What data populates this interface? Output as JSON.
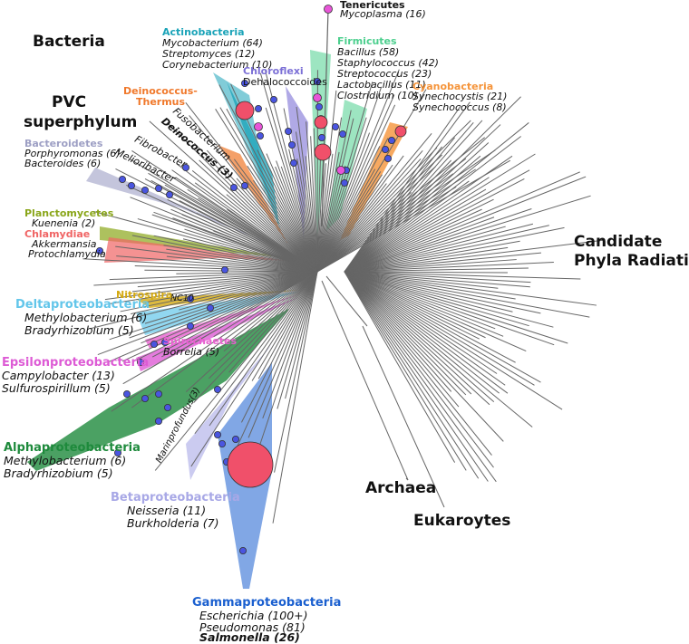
{
  "labels": {
    "bacteria": "Bacteria",
    "pvc_line1": "PVC",
    "pvc_line2": "superphylum",
    "cpr_line1": "Candidate",
    "cpr_line2": "Phyla Radiation",
    "archaea": "Archaea",
    "eukaryotes": "Eukaroytes"
  },
  "groups": {
    "tenericutes": {
      "name": "Tenericutes",
      "color": "#111111",
      "members": [
        "Mycoplasma (16)"
      ]
    },
    "actinobacteria": {
      "name": "Actinobacteria",
      "color": "#1aa3b8",
      "members": [
        "Mycobacterium (64)",
        "Streptomyces (12)",
        "Corynebacterium (10)"
      ]
    },
    "firmicutes": {
      "name": "Firmicutes",
      "color": "#4ccf8e",
      "members": [
        "Bacillus (58)",
        "Staphylococcus (42)",
        "Streptococcus (23)",
        "Lactobacillus (11)",
        "Clostridium (10)"
      ]
    },
    "chloroflexi": {
      "name": "Chloroflexi",
      "color": "#7b6fd6",
      "members": [
        "Dehalococcoides"
      ]
    },
    "deinococcus_thermus": {
      "name_line1": "Deinococcus-",
      "name_line2": "Thermus",
      "color": "#f0782a"
    },
    "cyanobacteria": {
      "name": "Cyanobacteria",
      "color": "#f5943a",
      "members": [
        "Synechocystis (21)",
        "Synechococcus (8)"
      ]
    },
    "bacteroidetes": {
      "name": "Bacteroidetes",
      "color": "#9d9fc4",
      "members": [
        "Porphyromonas (6)",
        "Bacteroides (6)"
      ]
    },
    "planctomycetes": {
      "name": "Planctomycetes",
      "color": "#8aa61a",
      "members": [
        "Kuenenia (2)"
      ]
    },
    "chlamydiae": {
      "name": "Chlamydiae",
      "color": "#f06464",
      "members": [
        "Akkermansia",
        "Protochlamydia"
      ]
    },
    "nitrospira": {
      "name": "Nitrospira",
      "color": "#d4aa12"
    },
    "deltaproteobacteria": {
      "name": "Deltaproteobacteria",
      "color": "#63c6ea",
      "members": [
        "Methylobacterium (6)",
        "Bradyrhizobium (5)"
      ]
    },
    "spirochaetes": {
      "name": "Spirochaetes",
      "color": "#e860d0",
      "members": [
        "Borrelia (5)"
      ]
    },
    "epsilonproteobacteria": {
      "name": "Epsilonproteobacteria",
      "color": "#dd5bd5",
      "members": [
        "Campylobacter (13)",
        "Sulfurospirillum (5)"
      ]
    },
    "alphaproteobacteria": {
      "name": "Alphaproteobacteria",
      "color": "#1e8a3c",
      "members": [
        "Methylobacterium (6)",
        "Bradyrhizobium (5)"
      ]
    },
    "betaproteobacteria": {
      "name": "Betaproteobacteria",
      "color": "#a8a8e6",
      "members": [
        "Neisseria (11)",
        "Burkholderia (7)"
      ]
    },
    "gammaproteobacteria": {
      "name": "Gammaproteobacteria",
      "color": "#1a5fcf",
      "members": [
        "Escherichia (100+)",
        "Pseudomonas (81)",
        "Salmonella (26)"
      ]
    }
  },
  "branch_labels": {
    "deinococcus": "Deinococcus (3)",
    "fusobacterium": "Fusobacterium",
    "fibrobacter": "Fibrobacter",
    "melioribacter": "Melioribacter",
    "nc10": "NC10",
    "marinprofundus": "Marinprofundus(3)"
  },
  "colors": {
    "branch": "#666666",
    "marker_blue": "#4a55e0",
    "marker_magenta": "#e855d8",
    "marker_red": "#f0506a"
  }
}
